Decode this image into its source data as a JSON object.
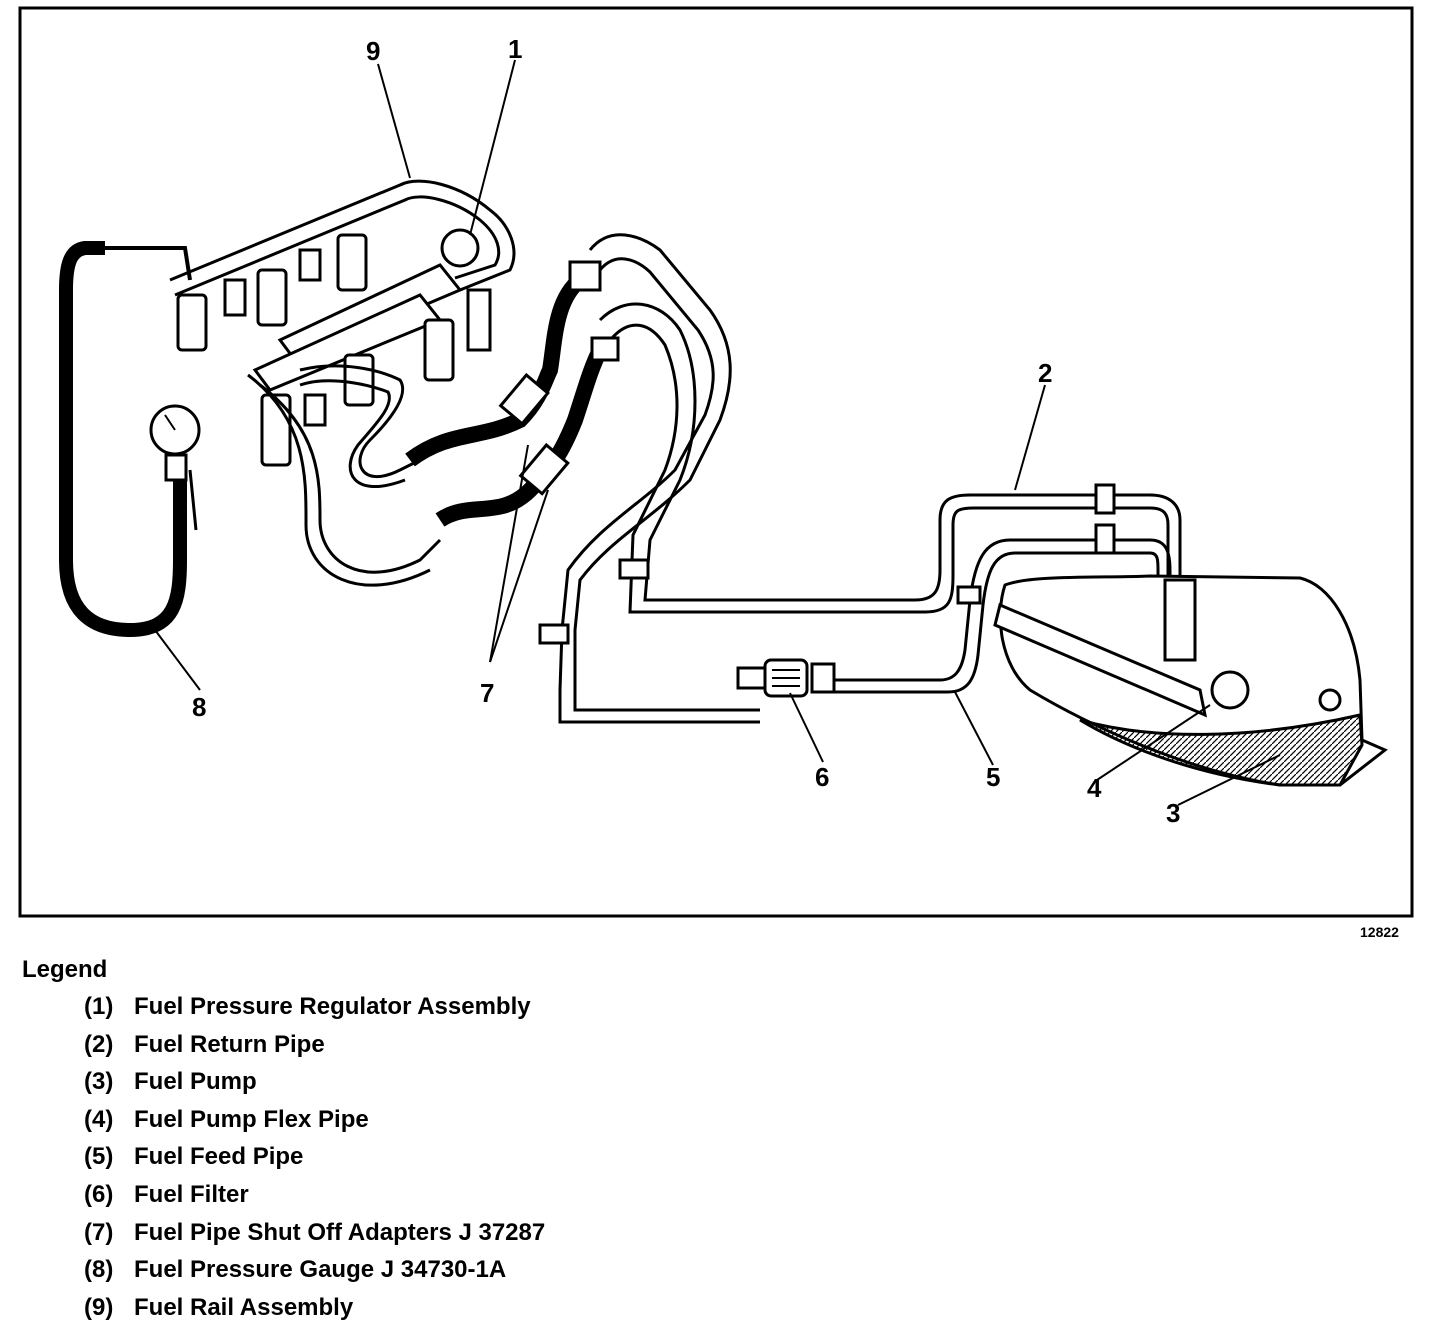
{
  "diagram": {
    "callouts": [
      {
        "id": "c1",
        "text": "1"
      },
      {
        "id": "c2",
        "text": "2"
      },
      {
        "id": "c3",
        "text": "3"
      },
      {
        "id": "c4",
        "text": "4"
      },
      {
        "id": "c5",
        "text": "5"
      },
      {
        "id": "c6",
        "text": "6"
      },
      {
        "id": "c7",
        "text": "7"
      },
      {
        "id": "c8",
        "text": "8"
      },
      {
        "id": "c9",
        "text": "9"
      }
    ],
    "figure_number": "12822"
  },
  "legend": {
    "title": "Legend",
    "items": [
      {
        "num": "(1)",
        "label": "Fuel Pressure Regulator Assembly"
      },
      {
        "num": "(2)",
        "label": "Fuel Return Pipe"
      },
      {
        "num": "(3)",
        "label": "Fuel Pump"
      },
      {
        "num": "(4)",
        "label": "Fuel Pump Flex Pipe"
      },
      {
        "num": "(5)",
        "label": "Fuel Feed Pipe"
      },
      {
        "num": "(6)",
        "label": "Fuel Filter"
      },
      {
        "num": "(7)",
        "label": "Fuel Pipe Shut Off Adapters J 37287"
      },
      {
        "num": "(8)",
        "label": "Fuel Pressure Gauge J 34730-1A"
      },
      {
        "num": "(9)",
        "label": "Fuel Rail Assembly"
      }
    ]
  }
}
